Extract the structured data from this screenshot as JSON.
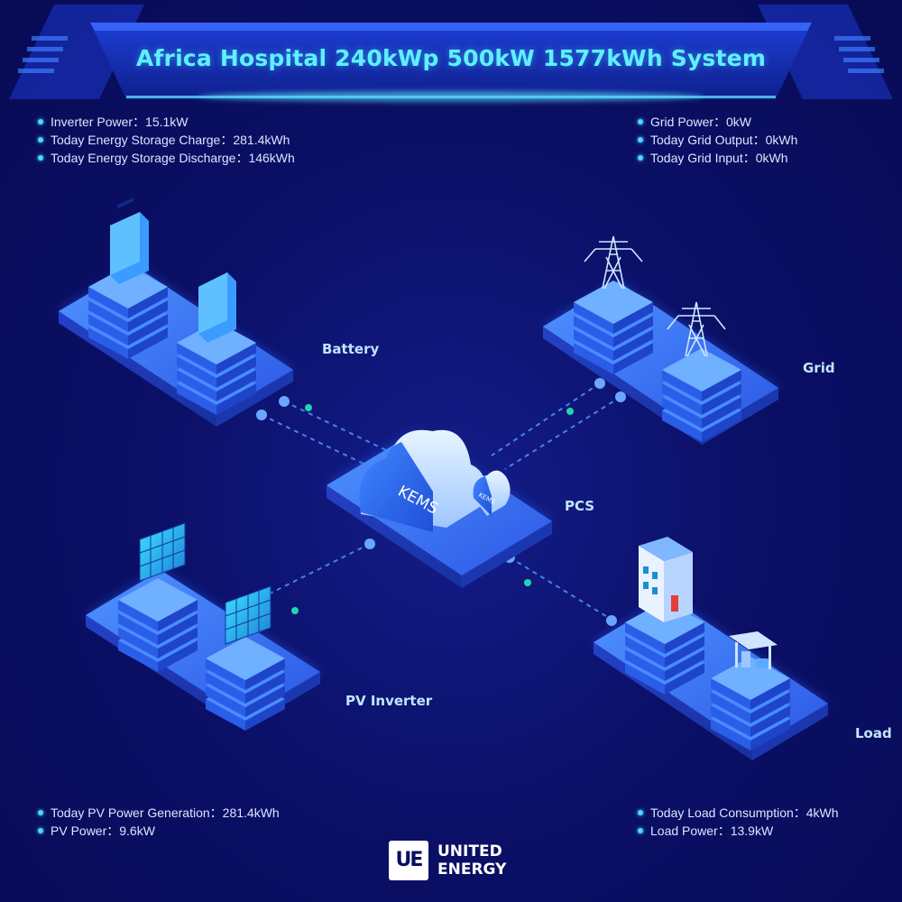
{
  "title": "Africa Hospital 240kWp 500kW 1577kWh System",
  "battery_info": [
    "Inverter Power：15.1kW",
    "Today Energy Storage Charge：281.4kWh",
    "Today Energy Storage Discharge：146kWh"
  ],
  "grid_info": [
    "Grid Power：0kW",
    "Today Grid Output：0kWh",
    "Today Grid Input：0kWh"
  ],
  "pv_info": [
    "Today PV Power Generation：281.4kWh",
    "PV Power：9.6kW"
  ],
  "load_info": [
    "Today Load Consumption：4kWh",
    "Load Power：13.9kW"
  ],
  "nodes": {
    "battery": "Battery",
    "grid": "Grid",
    "pcs": "PCS",
    "pv": "PV Inverter",
    "load": "Load",
    "kems_main": "KEMS",
    "kems_small": "KEMS"
  },
  "logo": {
    "mark": "UE",
    "line1": "UNITED",
    "line2": "ENERGY"
  },
  "colors": {
    "background": "#0a0e5e",
    "title": "#5ef0ff",
    "platform": "#3a74ff",
    "glow": "#4ad8ff",
    "accent_dot": "#1fd6b0"
  }
}
